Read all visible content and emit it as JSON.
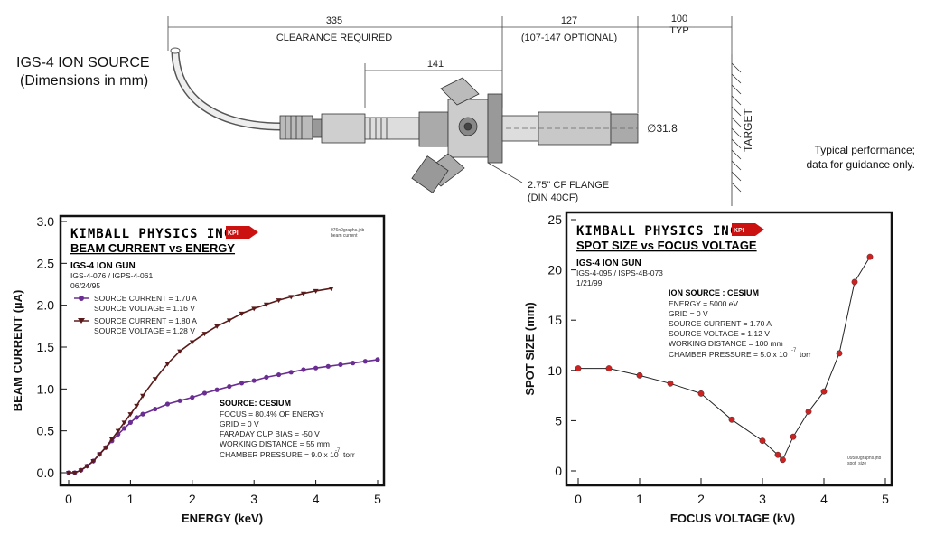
{
  "source": {
    "title": "IGS-4 ION SOURCE",
    "subtitle": "(Dimensions in mm)",
    "dims": {
      "d335": "335",
      "clearance": "CLEARANCE REQUIRED",
      "d127": "127",
      "optional": "(107-147 OPTIONAL)",
      "d100": "100",
      "typ": "TYP",
      "d141": "141",
      "diameter": "∅31.8",
      "target": "TARGET",
      "flange1": "2.75\" CF FLANGE",
      "flange2": "(DIN 40CF)"
    }
  },
  "note": {
    "line1": "Typical performance;",
    "line2": "data for guidance only."
  },
  "chart_data": [
    {
      "type": "line",
      "brand": "KIMBALL PHYSICS INC.",
      "badge": "KPI",
      "title": "BEAM CURRENT vs ENERGY",
      "subtitle": "IGS-4 ION GUN",
      "model": "IGS-4-076 / IGPS-4-061",
      "date": "06/24/95",
      "file_note": [
        "076n0graphs.jnb",
        "beam current"
      ],
      "xlabel": "ENERGY (keV)",
      "ylabel": "BEAM CURRENT (µA)",
      "xlim": [
        0,
        5
      ],
      "ylim": [
        0,
        3.0
      ],
      "x_ticks": [
        "0",
        "1",
        "2",
        "3",
        "4",
        "5"
      ],
      "y_ticks": [
        "0.0",
        "0.5",
        "1.0",
        "1.5",
        "2.0",
        "2.5",
        "3.0"
      ],
      "legend": [
        {
          "line1": "SOURCE CURRENT = 1.70 A",
          "line2": "SOURCE VOLTAGE = 1.16 V",
          "color": "#6a2d91",
          "marker": "circle"
        },
        {
          "line1": "SOURCE CURRENT = 1.80 A",
          "line2": "SOURCE VOLTAGE = 1.28 V",
          "color": "#5a1a1a",
          "marker": "triangle"
        }
      ],
      "conditions": {
        "header": "SOURCE: CESIUM",
        "lines": [
          "FOCUS = 80.4% OF ENERGY",
          "GRID = 0 V",
          "FARADAY CUP BIAS = -50 V",
          "WORKING DISTANCE = 55 mm",
          "CHAMBER PRESSURE = 9.0 x 10",
          "torr"
        ],
        "exp": "-7"
      },
      "series": [
        {
          "color": "#6a2d91",
          "marker": "circle",
          "x": [
            0.0,
            0.1,
            0.2,
            0.3,
            0.4,
            0.5,
            0.6,
            0.7,
            0.8,
            0.9,
            1.0,
            1.1,
            1.2,
            1.4,
            1.6,
            1.8,
            2.0,
            2.2,
            2.4,
            2.6,
            2.8,
            3.0,
            3.2,
            3.4,
            3.6,
            3.8,
            4.0,
            4.2,
            4.4,
            4.6,
            4.8,
            5.0
          ],
          "y": [
            0.0,
            0.0,
            0.03,
            0.08,
            0.14,
            0.22,
            0.3,
            0.38,
            0.46,
            0.53,
            0.6,
            0.66,
            0.7,
            0.76,
            0.82,
            0.86,
            0.9,
            0.95,
            0.99,
            1.03,
            1.07,
            1.1,
            1.14,
            1.17,
            1.2,
            1.23,
            1.25,
            1.27,
            1.29,
            1.31,
            1.33,
            1.35
          ]
        },
        {
          "color": "#5a1a1a",
          "marker": "triangle",
          "x": [
            0.0,
            0.1,
            0.2,
            0.3,
            0.4,
            0.5,
            0.6,
            0.7,
            0.8,
            0.9,
            1.0,
            1.1,
            1.2,
            1.4,
            1.6,
            1.8,
            2.0,
            2.2,
            2.4,
            2.6,
            2.8,
            3.0,
            3.2,
            3.4,
            3.6,
            3.8,
            4.0,
            4.25
          ],
          "y": [
            0.0,
            0.0,
            0.03,
            0.08,
            0.14,
            0.22,
            0.3,
            0.4,
            0.5,
            0.6,
            0.7,
            0.8,
            0.92,
            1.12,
            1.3,
            1.45,
            1.56,
            1.66,
            1.75,
            1.82,
            1.9,
            1.96,
            2.01,
            2.06,
            2.1,
            2.14,
            2.17,
            2.2
          ]
        }
      ]
    },
    {
      "type": "line",
      "brand": "KIMBALL PHYSICS INC.",
      "badge": "KPI",
      "title": "SPOT SIZE vs FOCUS VOLTAGE",
      "subtitle": "IGS-4 ION GUN",
      "model": "IGS-4-095 / ISPS-4B-073",
      "date": "1/21/99",
      "file_note": [
        "095n0graphs.jnb",
        "spot_size"
      ],
      "xlabel": "FOCUS VOLTAGE (kV)",
      "ylabel": "SPOT SIZE (mm)",
      "xlim": [
        0,
        5
      ],
      "ylim": [
        0,
        25
      ],
      "x_ticks": [
        "0",
        "1",
        "2",
        "3",
        "4",
        "5"
      ],
      "y_ticks": [
        "0",
        "5",
        "10",
        "15",
        "20",
        "25"
      ],
      "conditions": {
        "header": "ION SOURCE : CESIUM",
        "lines": [
          "ENERGY = 5000 eV",
          "GRID = 0 V",
          "SOURCE CURRENT = 1.70 A",
          "SOURCE VOLTAGE = 1.12 V",
          "WORKING DISTANCE = 100 mm",
          "CHAMBER PRESSURE = 5.0 x 10",
          "torr"
        ],
        "exp": "-7"
      },
      "series": [
        {
          "color": "#cc2222",
          "marker": "circle",
          "x": [
            0.0,
            0.5,
            1.0,
            1.5,
            2.0,
            2.5,
            3.0,
            3.25,
            3.33,
            3.5,
            3.75,
            4.0,
            4.25,
            4.5,
            4.75
          ],
          "y": [
            10.2,
            10.2,
            9.5,
            8.7,
            7.7,
            5.1,
            3.0,
            1.6,
            1.1,
            3.4,
            5.9,
            7.9,
            11.7,
            18.8,
            21.3
          ]
        }
      ]
    }
  ]
}
